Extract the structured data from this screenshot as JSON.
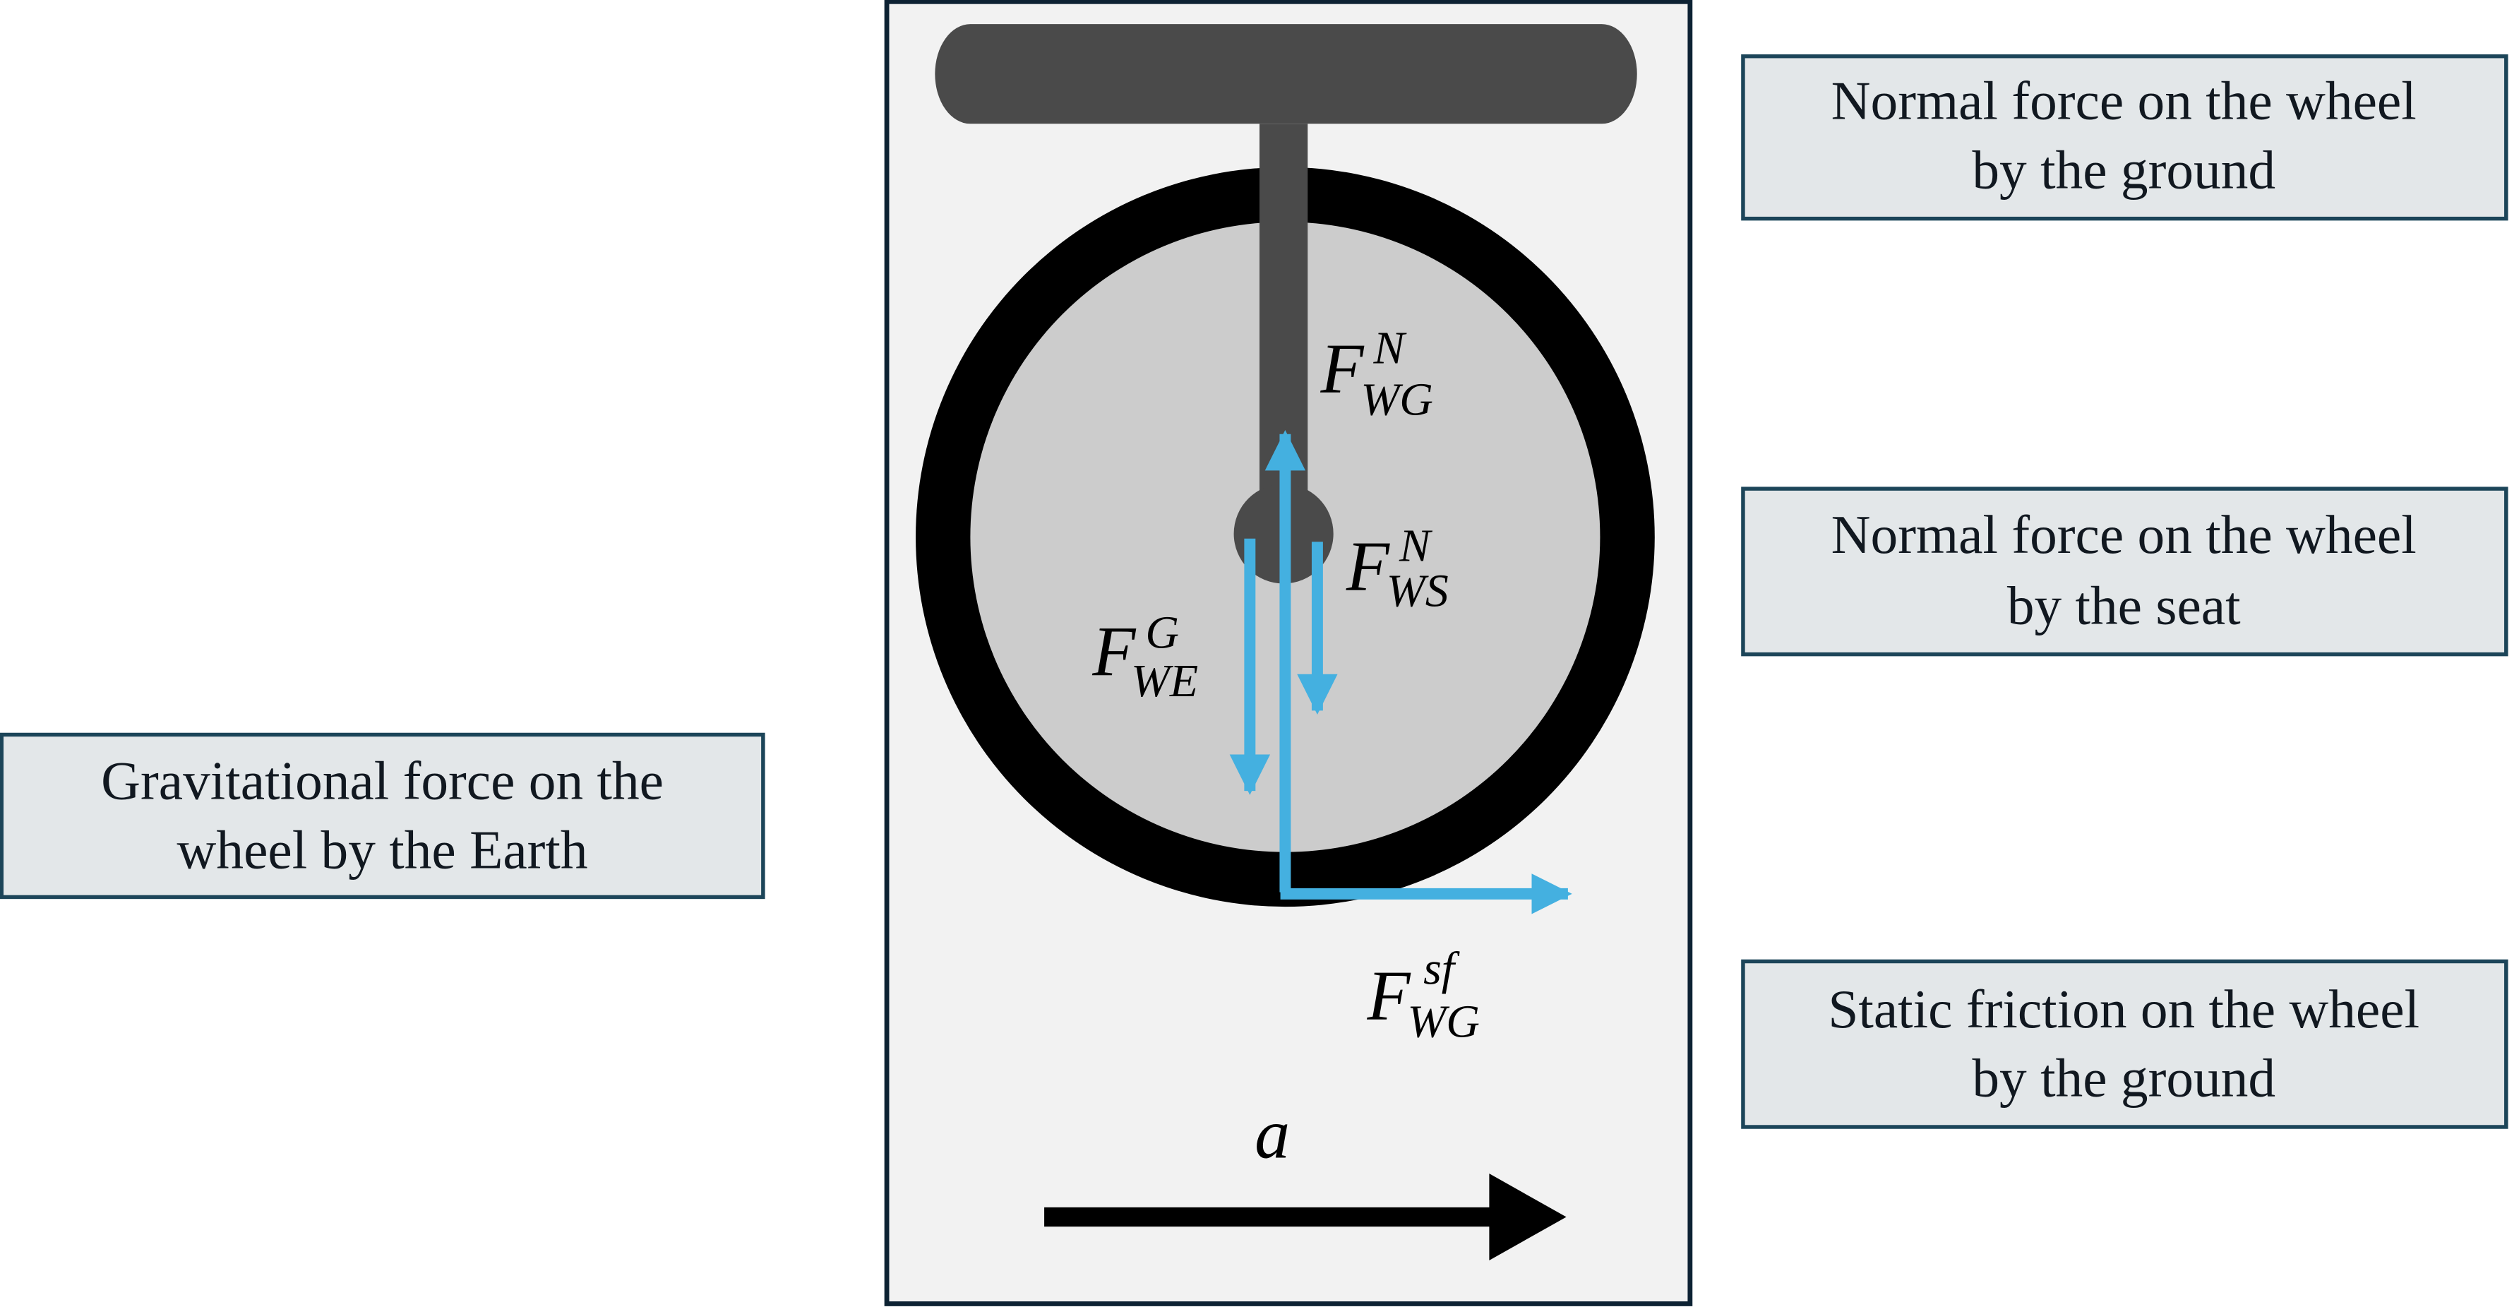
{
  "figure": {
    "description": "Free-body diagram of a unicycle wheel",
    "colors": {
      "frame_border": "#0d2233",
      "frame_fill": "#f2f2f2",
      "seat": "#4a4a4a",
      "tire": "#000000",
      "rim": "#cccccc",
      "force_arrow": "#44b0e0",
      "acceleration_arrow": "#000000",
      "label_box_fill": "#e3e7e9",
      "label_box_border": "#1c4559"
    }
  },
  "forces": {
    "normal_ground": {
      "symbol": "F",
      "superscript": "N",
      "subscript": "WG",
      "direction": "up"
    },
    "normal_seat": {
      "symbol": "F",
      "superscript": "N",
      "subscript": "WS",
      "direction": "down"
    },
    "gravity": {
      "symbol": "F",
      "superscript": "G",
      "subscript": "WE",
      "direction": "down"
    },
    "static_friction": {
      "symbol": "F",
      "superscript": "sf",
      "subscript": "WG",
      "direction": "right"
    }
  },
  "acceleration": {
    "symbol": "a",
    "direction": "right"
  },
  "label_boxes": {
    "normal_ground": {
      "line1": "Normal force on the wheel",
      "line2": "by the ground"
    },
    "normal_seat": {
      "line1": "Normal force on the wheel",
      "line2": "by the seat"
    },
    "static_friction": {
      "line1": "Static friction on the wheel",
      "line2": "by the ground"
    },
    "gravity": {
      "line1": "Gravitational force on the",
      "line2": "wheel by the Earth"
    }
  }
}
